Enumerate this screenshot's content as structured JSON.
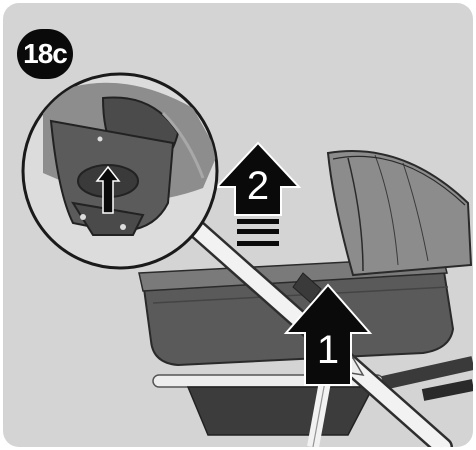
{
  "step": {
    "badge_label": "18c"
  },
  "arrows": [
    {
      "number": "1",
      "direction": "up"
    },
    {
      "number": "2",
      "direction": "up"
    }
  ],
  "detail_inset": {
    "shows": "release-button-push-up"
  },
  "colors": {
    "panel_background": "#d4d4d4",
    "badge_background": "#0a0a0a",
    "arrow_fill": "#0a0a0a",
    "carrycot_body": "#5a5a5a",
    "hood": "#8c8c8c",
    "frame_tube": "#f2f2f2"
  }
}
